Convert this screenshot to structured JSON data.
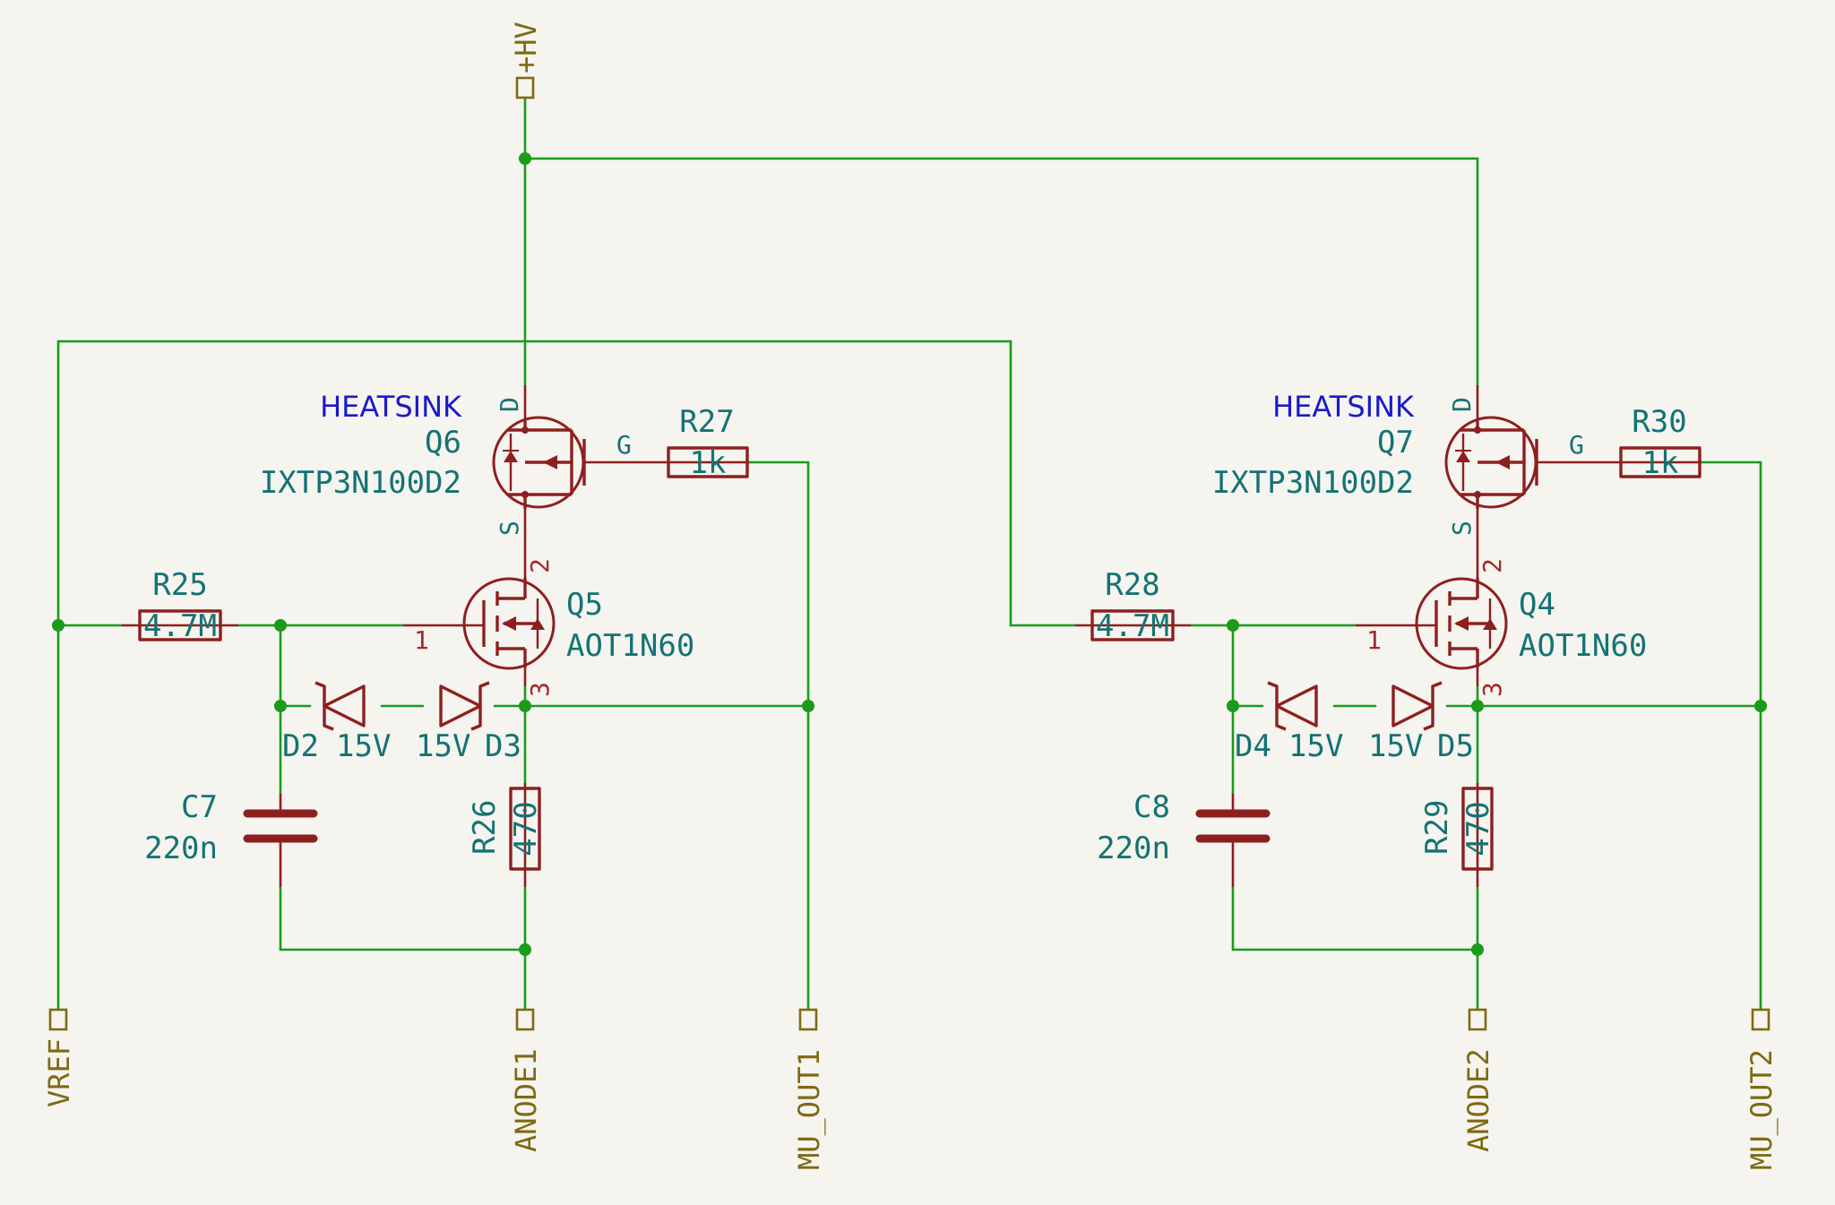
{
  "ports": {
    "hv": "+HV",
    "vref": "VREF",
    "anode1": "ANODE1",
    "mu_out1": "MU_OUT1",
    "anode2": "ANODE2",
    "mu_out2": "MU_OUT2"
  },
  "pin_labels": {
    "drain": "D",
    "gate": "G",
    "source": "S",
    "p1": "1",
    "p2": "2",
    "p3": "3"
  },
  "left": {
    "note": "HEATSINK",
    "q_top_ref": "Q6",
    "q_top_val": "IXTP3N100D2",
    "q_bot_ref": "Q5",
    "q_bot_val": "AOT1N60",
    "r_in_ref": "R25",
    "r_in_val": "4.7M",
    "r_gate_ref": "R27",
    "r_gate_val": "1k",
    "r_src_ref": "R26",
    "r_src_val": "470",
    "c_ref": "C7",
    "c_val": "220n",
    "d_a_ref": "D2",
    "d_a_val": "15V",
    "d_b_ref": "D3",
    "d_b_val": "15V"
  },
  "right": {
    "note": "HEATSINK",
    "q_top_ref": "Q7",
    "q_top_val": "IXTP3N100D2",
    "q_bot_ref": "Q4",
    "q_bot_val": "AOT1N60",
    "r_in_ref": "R28",
    "r_in_val": "4.7M",
    "r_gate_ref": "R30",
    "r_gate_val": "1k",
    "r_src_ref": "R29",
    "r_src_val": "470",
    "c_ref": "C8",
    "c_val": "220n",
    "d_a_ref": "D4",
    "d_a_val": "15V",
    "d_b_ref": "D5",
    "d_b_val": "15V"
  },
  "colors": {
    "background": "#f5f4ef",
    "wire": "#1a9b1a",
    "component": "#8e1f1f",
    "reference_text": "#137373",
    "note_text": "#1a1ac8",
    "port": "#7f6a12"
  }
}
